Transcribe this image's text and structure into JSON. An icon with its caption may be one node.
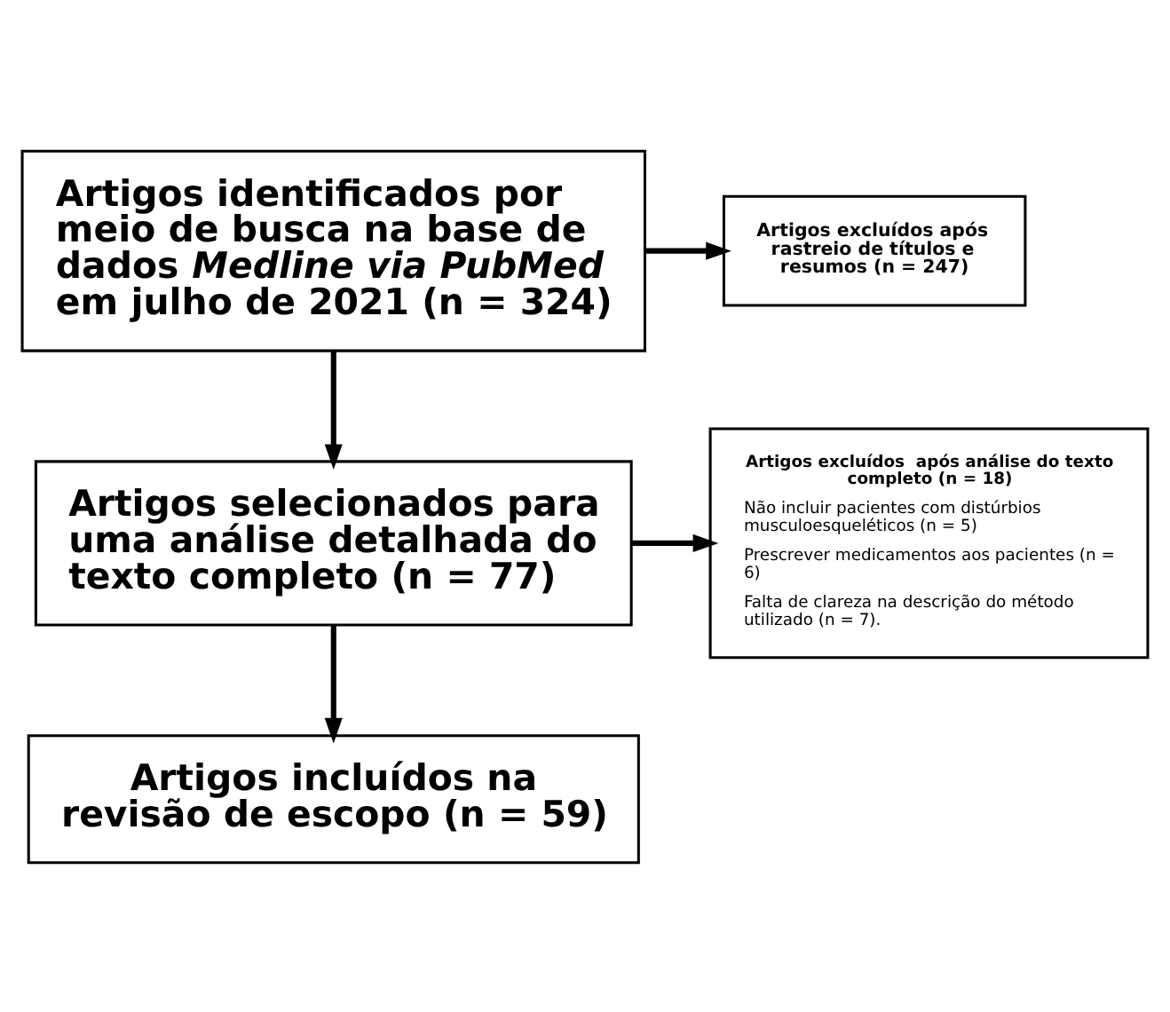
{
  "diagram": {
    "nodes": [
      {
        "text": [
          "Artigos identificados por meio de busca na base de dados *Medline via PubMed* em julho de 2021 (n = 324)"
        ]
      },
      {
        "text": [
          "Artigos excluídos após rastreio de títulos e resumos (n = 247)"
        ]
      },
      {
        "text": [
          "Artigos selecionados para uma análise detalhada do texto completo (n = 77)"
        ]
      },
      {
        "text": [
          "Artigos excluídos  após análise do texto completo (n = 18)",
          "Não incluir pacientes com distúrbios musculoesqueléticos (n = 5)",
          "Prescrever medicamentos aos pacientes (n = 6)",
          "Falta de clareza na descrição do método utilizado (n = 7)."
        ]
      },
      {
        "text": [
          "Artigos incluídos na revisão de escopo (n = 59)"
        ]
      }
    ],
    "edges": [
      {
        "from": 0,
        "to": 1,
        "arrow": "to"
      },
      {
        "from": 0,
        "to": 2,
        "arrow": "to"
      },
      {
        "from": 2,
        "to": 3,
        "arrow": "to"
      },
      {
        "from": 2,
        "to": 4,
        "arrow": "to"
      }
    ]
  }
}
